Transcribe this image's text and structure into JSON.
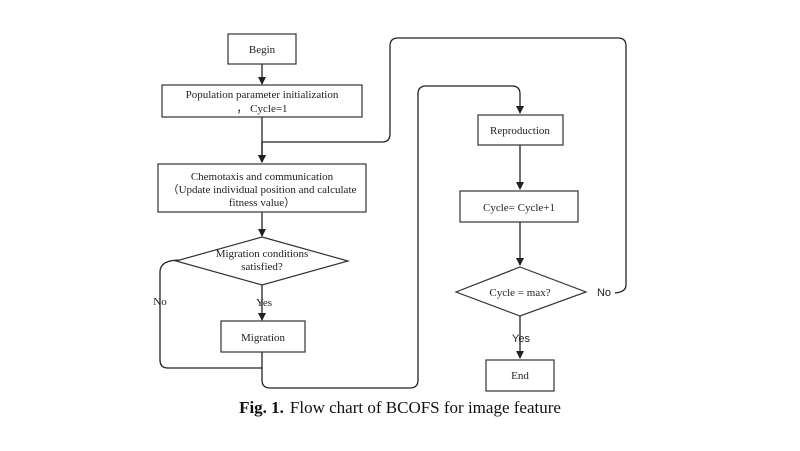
{
  "diagram": {
    "nodes": {
      "begin": "Begin",
      "init_line1": "Population parameter initialization",
      "init_line2": "， Cycle=1",
      "chemo_line1": "Chemotaxis and communication",
      "chemo_line2": "（Update individual position and calculate",
      "chemo_line3": "fitness value）",
      "migcond_line1": "Migration conditions",
      "migcond_line2": "satisfied?",
      "migration": "Migration",
      "reproduction": "Reproduction",
      "cycle_inc": "Cycle= Cycle+1",
      "cycle_max": "Cycle = max?",
      "end": "End"
    },
    "edge_labels": {
      "mig_no": "No",
      "mig_yes": "Yes",
      "max_no": "No",
      "max_yes": "Yes"
    }
  },
  "caption": {
    "label": "Fig. 1.",
    "text": "Flow chart of BCOFS for image feature"
  }
}
